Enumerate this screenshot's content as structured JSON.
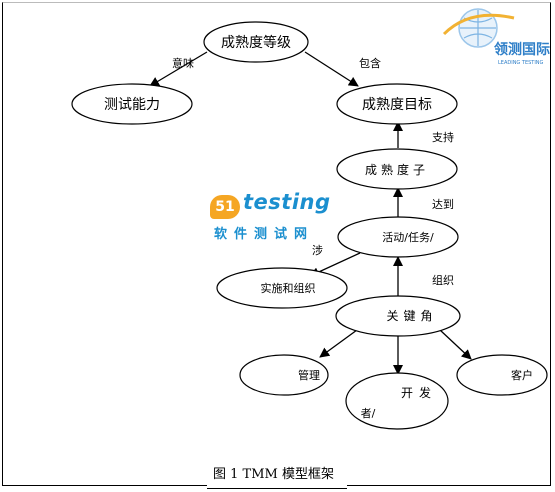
{
  "diagram": {
    "nodes": {
      "maturity_levels": "成熟度等级",
      "test_capability": "测试能力",
      "maturity_goals": "成熟度目标",
      "maturity_subgoals": "成熟度子",
      "activities_tasks": "活动/任务/",
      "implement_organize": "实施和组织",
      "key_roles": "关键角",
      "management": "管理",
      "developer_line1": "开发",
      "developer_line2": "者/",
      "customer": "客户"
    },
    "edge_labels": {
      "implies": "意味",
      "contains": "包含",
      "supports": "支持",
      "achieves": "达到",
      "involves": "涉",
      "organizes": "组织"
    }
  },
  "caption": "图 1 TMM 模型框架",
  "watermarks": {
    "top_right": "领测国际",
    "top_right_sub": "LEADING TESTING",
    "center_number": "51",
    "center_brand": "testing",
    "center_cn": "软件测试网"
  }
}
